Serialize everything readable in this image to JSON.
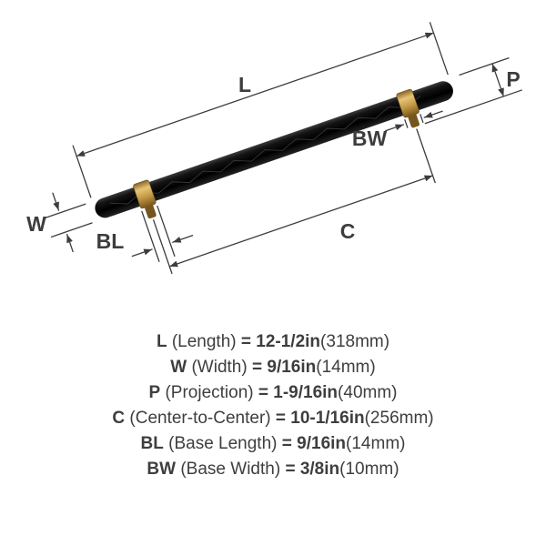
{
  "diagram": {
    "dim_labels": {
      "length": "L",
      "projection": "P",
      "width": "W",
      "center": "C",
      "base_length": "BL",
      "base_width": "BW"
    },
    "colors": {
      "line": "#3d3d3d",
      "text": "#3e3e3e",
      "handle_black": "#0a0a0a",
      "brass": "#c49a46",
      "brass_light": "#e6c478",
      "brass_dark": "#7a571c",
      "background": "#ffffff"
    }
  },
  "legend": {
    "rows": [
      {
        "key": "L",
        "label": "(Length)",
        "equals": "=",
        "value": "12-1/2in",
        "metric": "(318mm)"
      },
      {
        "key": "W",
        "label": "(Width)",
        "equals": "=",
        "value": "9/16in",
        "metric": "(14mm)"
      },
      {
        "key": "P",
        "label": "(Projection)",
        "equals": "=",
        "value": "1-9/16in",
        "metric": "(40mm)"
      },
      {
        "key": "C",
        "label": "(Center-to-Center)",
        "equals": "=",
        "value": "10-1/16in",
        "metric": "(256mm)"
      },
      {
        "key": "BL",
        "label": "(Base Length)",
        "equals": "=",
        "value": "9/16in",
        "metric": "(14mm)"
      },
      {
        "key": "BW",
        "label": "(Base Width)",
        "equals": "=",
        "value": "3/8in",
        "metric": "(10mm)"
      }
    ]
  }
}
